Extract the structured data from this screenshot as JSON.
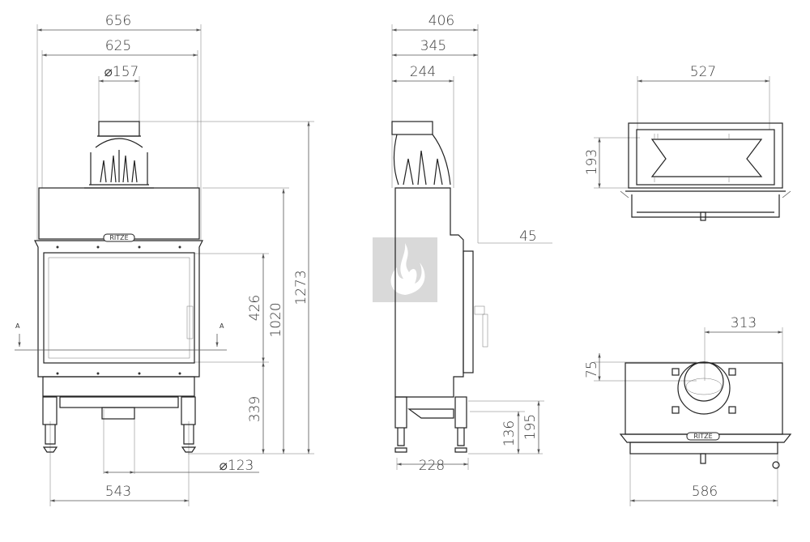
{
  "drawing": {
    "brand_logo": "RITZE",
    "section_marker": "A",
    "watermark_icon": "flame-icon",
    "colors": {
      "line": "#222222",
      "dimension": "#555555",
      "watermark": "#d9d9d9"
    },
    "front_view": {
      "overall_width": "656",
      "inner_width": "625",
      "flue_diameter": "⌀157",
      "total_height": "1273",
      "body_height": "1020",
      "glass_height": "426",
      "floor_to_glass": "339",
      "air_inlet_diameter": "⌀123",
      "leg_spacing": "543"
    },
    "side_view": {
      "overall_depth": "406",
      "body_depth": "345",
      "flue_offset": "244",
      "door_offset": "45",
      "inlet_height": "136",
      "inlet_top": "195",
      "leg_depth": "228"
    },
    "top_section_view": {
      "chamber_width": "527",
      "chamber_depth": "193"
    },
    "bottom_view": {
      "flue_center_offset": "313",
      "flue_depth_offset": "75",
      "base_width": "586"
    }
  }
}
